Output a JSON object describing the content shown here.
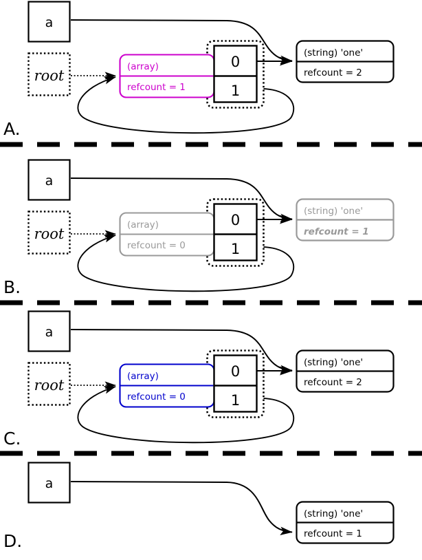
{
  "diagram": {
    "title": "PHP reference counting / garbage collection states",
    "colors": {
      "black": "#000000",
      "magenta": "#CC00CC",
      "blue": "#0000CC",
      "gray": "#999999",
      "white": "#FFFFFF"
    },
    "panels": [
      {
        "id": "A",
        "label": "A.",
        "variable_box": {
          "label": "a"
        },
        "root_box": {
          "label": "root"
        },
        "array_box": {
          "type_label": "(array)",
          "refcount_label": "refcount = 1",
          "color": "#CC00CC",
          "state": "normal"
        },
        "index_cells": [
          {
            "label": "0"
          },
          {
            "label": "1"
          }
        ],
        "string_box": {
          "type_label": "(string) 'one'",
          "refcount_label": "refcount = 2",
          "color": "#000000",
          "state": "normal"
        },
        "has_root": true,
        "has_array": true,
        "has_self_loop": true
      },
      {
        "id": "B",
        "label": "B.",
        "variable_box": {
          "label": "a"
        },
        "root_box": {
          "label": "root"
        },
        "array_box": {
          "type_label": "(array)",
          "refcount_label": "refcount = 0",
          "color": "#999999",
          "state": "dimmed"
        },
        "index_cells": [
          {
            "label": "0"
          },
          {
            "label": "1"
          }
        ],
        "string_box": {
          "type_label": "(string) 'one'",
          "refcount_label": "refcount = 1",
          "color": "#999999",
          "state": "dimmed-bold-italic"
        },
        "has_root": true,
        "has_array": true,
        "has_self_loop": true
      },
      {
        "id": "C",
        "label": "C.",
        "variable_box": {
          "label": "a"
        },
        "root_box": {
          "label": "root"
        },
        "array_box": {
          "type_label": "(array)",
          "refcount_label": "refcount = 0",
          "color": "#0000CC",
          "state": "normal"
        },
        "index_cells": [
          {
            "label": "0"
          },
          {
            "label": "1"
          }
        ],
        "string_box": {
          "type_label": "(string) 'one'",
          "refcount_label": "refcount = 2",
          "color": "#000000",
          "state": "normal"
        },
        "has_root": true,
        "has_array": true,
        "has_self_loop": true
      },
      {
        "id": "D",
        "label": "D.",
        "variable_box": {
          "label": "a"
        },
        "string_box": {
          "type_label": "(string) 'one'",
          "refcount_label": "refcount = 1",
          "color": "#000000",
          "state": "normal"
        },
        "has_root": false,
        "has_array": false,
        "has_self_loop": false
      }
    ]
  }
}
